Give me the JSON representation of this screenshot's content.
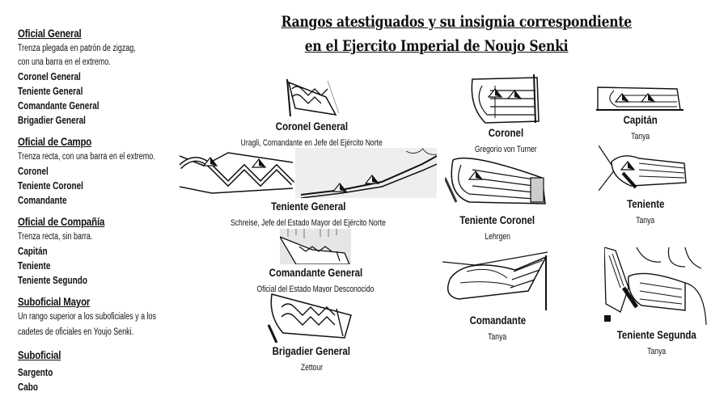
{
  "title": {
    "line1": "Rangos atestiguados y su insignia correspondiente",
    "line2": "en el Ejercito Imperial de Noujo Senki"
  },
  "sidebar": {
    "sections": [
      {
        "title": "Oficial General",
        "description": [
          "Trenza plegada en patrón de zigzag,",
          "con una barra en el extremo."
        ],
        "ranks": [
          "Coronel General",
          "Teniente General",
          "Comandante General",
          "Brigadier General"
        ]
      },
      {
        "title": "Oficial de Campo",
        "description": [
          "Trenza recta, con una barra en el extremo."
        ],
        "ranks": [
          "Coronel",
          "Teniente Coronel",
          "Comandante"
        ]
      },
      {
        "title": "Oficial de Compañía",
        "description": [
          "Trenza recta, sin barra."
        ],
        "ranks": [
          "Capitán",
          "Teniente",
          "Teniente Segundo"
        ]
      },
      {
        "title": "Suboficial Mayor",
        "description": [
          "Un rango superior a los suboficiales y a los",
          "cadetes de oficiales en Youjo Senki."
        ],
        "ranks": []
      },
      {
        "title": "Suboficial",
        "description": [],
        "ranks": [
          "Sargento",
          "Cabo"
        ]
      }
    ]
  },
  "insignia": [
    {
      "rank": "Coronel General",
      "holder": "Uragli, Comandante en Jefe del Ejército Norte",
      "icon": "zigzag-braid-icon"
    },
    {
      "rank": "Teniente General",
      "holder": "Schreise, Jefe del Estado Mayor del Ejército Norte",
      "icon": "zigzag-braid-icon"
    },
    {
      "rank": "Comandante General",
      "holder": "Oficial del Estado Mayor Desconocido",
      "icon": "zigzag-braid-icon"
    },
    {
      "rank": "Brigadier General",
      "holder": "Zettour",
      "icon": "zigzag-braid-icon"
    },
    {
      "rank": "Coronel",
      "holder": "Gregorio von Turner",
      "icon": "straight-braid-bar-icon"
    },
    {
      "rank": "Teniente Coronel",
      "holder": "Lehrgen",
      "icon": "straight-braid-bar-icon"
    },
    {
      "rank": "Comandante",
      "holder": "Tanya",
      "icon": "straight-braid-bar-icon"
    },
    {
      "rank": "Capitán",
      "holder": "Tanya",
      "icon": "straight-braid-icon"
    },
    {
      "rank": "Teniente",
      "holder": "Tanya",
      "icon": "straight-braid-icon"
    },
    {
      "rank": "Teniente Segunda",
      "holder": "Tanya",
      "icon": "straight-braid-icon"
    }
  ]
}
